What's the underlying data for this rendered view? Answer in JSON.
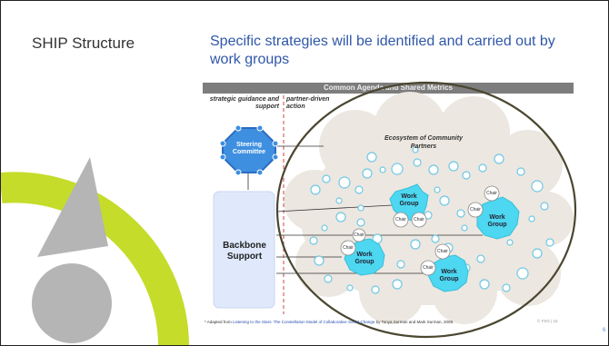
{
  "slide": {
    "title": "SHIP Structure",
    "page_number": "6"
  },
  "figure": {
    "title": "Specific strategies will be identified and carried out by work groups",
    "bar_label": "Common Agenda and Shared Metrics",
    "left_column_header": "strategic guidance and support",
    "right_column_header": "partner-driven action",
    "ecosystem_label": "Ecosystem of Community Partners",
    "steering_committee": "Steering Committee",
    "backbone": "Backbone Support",
    "work_group": "Work Group",
    "chair": "Chair",
    "footnote_prefix": "* Adapted from",
    "footnote_link": "Listening to the Stars: The Constellation Model of Collaborative Social Change",
    "footnote_suffix": "by Tonya Surman and Mark Surman, 2008.",
    "copyright": "© FSG | 16"
  },
  "colors": {
    "title_blue": "#2f57a8",
    "work_group_cyan": "#4dd7f0",
    "steering_blue": "#3e8fe0",
    "backbone_fill": "#dfe9fb",
    "cloud_fill": "#ece7e0",
    "ellipse_stroke": "#4a4630",
    "deco_green": "#c5dc2a",
    "deco_gray": "#b8b8b8"
  }
}
